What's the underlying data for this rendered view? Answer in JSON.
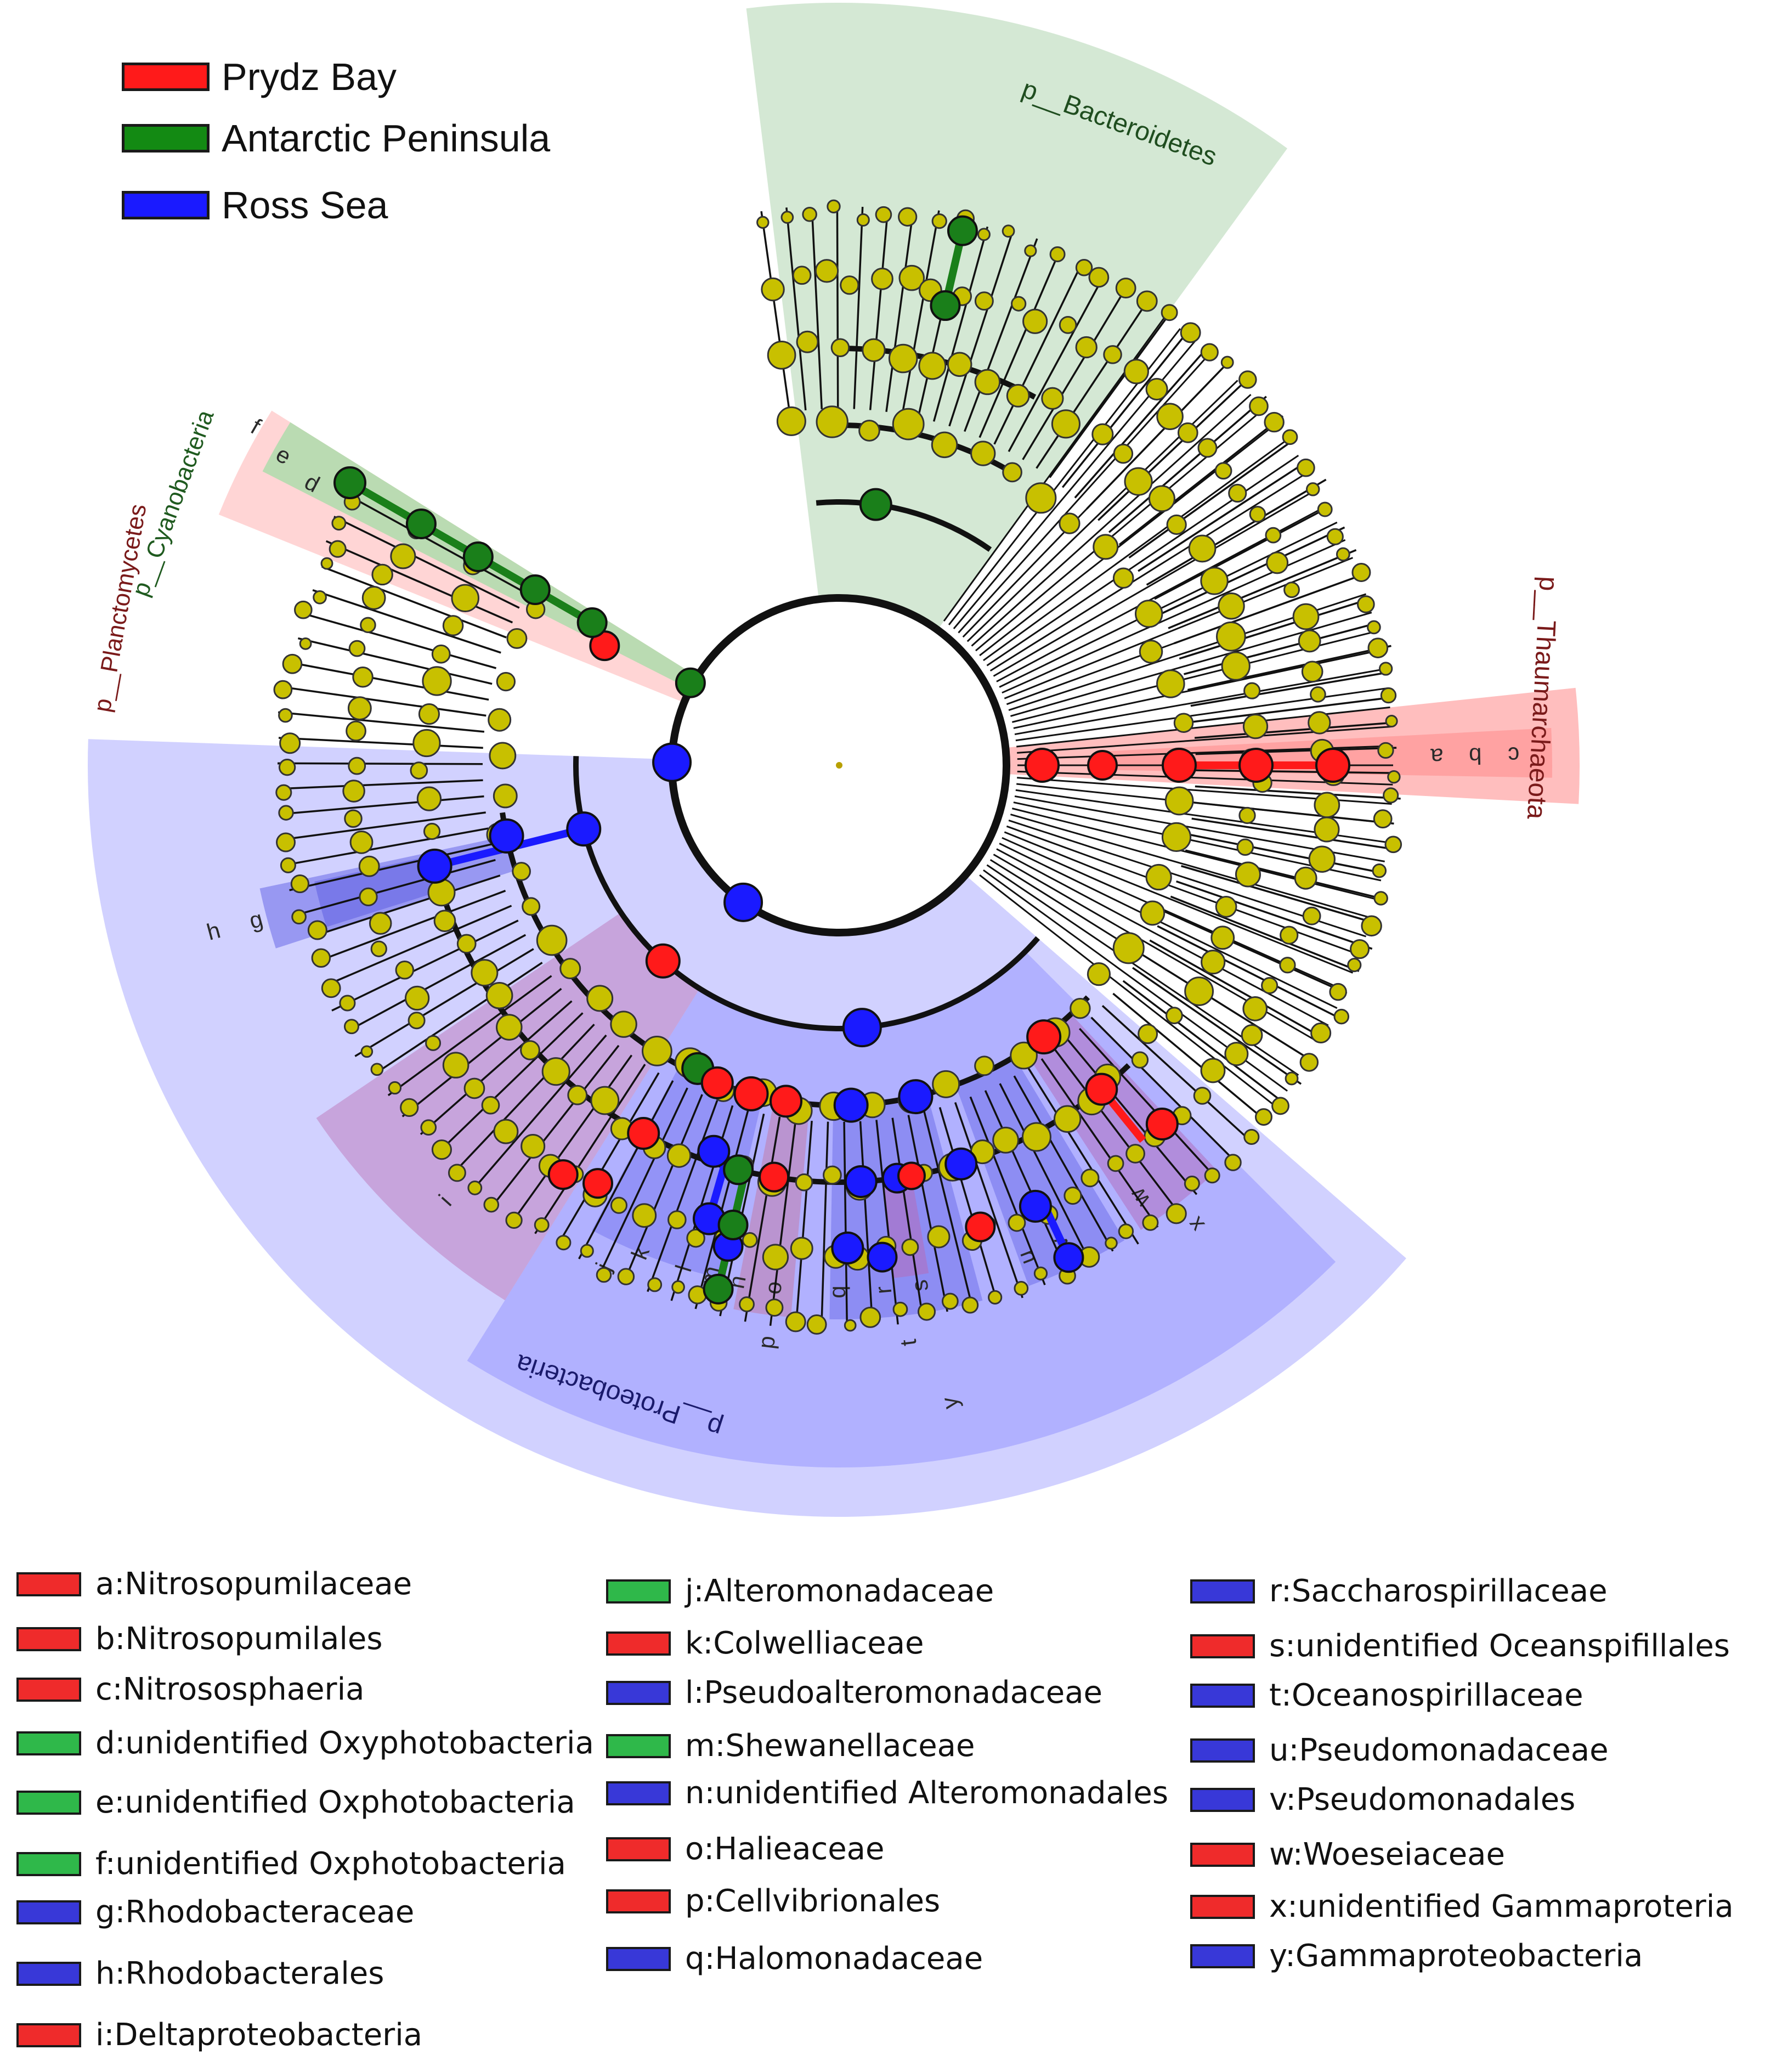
{
  "colors": {
    "prydz_bay": "#ff1a1a",
    "antarctic_peninsula": "#1a7f1a",
    "ross_sea": "#1a1aff",
    "node_default": "#c8c000",
    "bacteroidetes_shade": "#cfe6cf",
    "proteobacteria_shade": "#c9c9ff",
    "thaumarchaeota_shade": "#ffb3b3",
    "planctomycetes_shade": "#ffd0d0",
    "key_red": "#ef2b2b",
    "key_green": "#2fb84a",
    "key_blue": "#3838d8"
  },
  "legend": [
    {
      "label": "Prydz Bay",
      "color": "#ff1a1a"
    },
    {
      "label": "Antarctic Peninsula",
      "color": "#138a13"
    },
    {
      "label": "Ross Sea",
      "color": "#1a1aff"
    }
  ],
  "clade_labels": {
    "bacteroidetes": "p__Bacteroidetes",
    "thaumarchaeota": "p__Thaumarchaeota",
    "proteobacteria": "p__Proteobacteria",
    "planctomycetes": "p__Planctomycetes",
    "cyanobacteria": "p__Cyanobacteria"
  },
  "sector_letters": [
    "a",
    "b",
    "c",
    "d",
    "e",
    "f",
    "g",
    "h",
    "i",
    "j",
    "k",
    "l",
    "m",
    "n",
    "o",
    "p",
    "q",
    "r",
    "s",
    "t",
    "u",
    "v",
    "w",
    "x",
    "y"
  ],
  "key": [
    {
      "text": "a:Nitrosopumilaceae",
      "color": "red"
    },
    {
      "text": "b:Nitrosopumilales",
      "color": "red"
    },
    {
      "text": "c:Nitrososphaeria",
      "color": "red"
    },
    {
      "text": "d:unidentified Oxyphotobacteria",
      "color": "green"
    },
    {
      "text": "e:unidentified Oxphotobacteria",
      "color": "green"
    },
    {
      "text": "f:unidentified Oxphotobacteria",
      "color": "green"
    },
    {
      "text": "g:Rhodobacteraceae",
      "color": "blue"
    },
    {
      "text": "h:Rhodobacterales",
      "color": "blue"
    },
    {
      "text": "i:Deltaproteobacteria",
      "color": "red"
    },
    {
      "text": "j:Alteromonadaceae",
      "color": "green"
    },
    {
      "text": "k:Colwelliaceae",
      "color": "red"
    },
    {
      "text": "l:Pseudoalteromonadaceae",
      "color": "blue"
    },
    {
      "text": "m:Shewanellaceae",
      "color": "green"
    },
    {
      "text": "n:unidentified Alteromonadales",
      "color": "blue"
    },
    {
      "text": "o:Halieaceae",
      "color": "red"
    },
    {
      "text": "p:Cellvibrionales",
      "color": "red"
    },
    {
      "text": "q:Halomonadaceae",
      "color": "blue"
    },
    {
      "text": "r:Saccharospirillaceae",
      "color": "blue"
    },
    {
      "text": "s:unidentified Oceanspifillales",
      "color": "red"
    },
    {
      "text": "t:Oceanospirillaceae",
      "color": "blue"
    },
    {
      "text": "u:Pseudomonadaceae",
      "color": "blue"
    },
    {
      "text": "v:Pseudomonadales",
      "color": "blue"
    },
    {
      "text": "w:Woeseiaceae",
      "color": "red"
    },
    {
      "text": "x:unidentified Gammaproteria",
      "color": "red"
    },
    {
      "text": "y:Gammaproteobacteria",
      "color": "blue"
    }
  ]
}
